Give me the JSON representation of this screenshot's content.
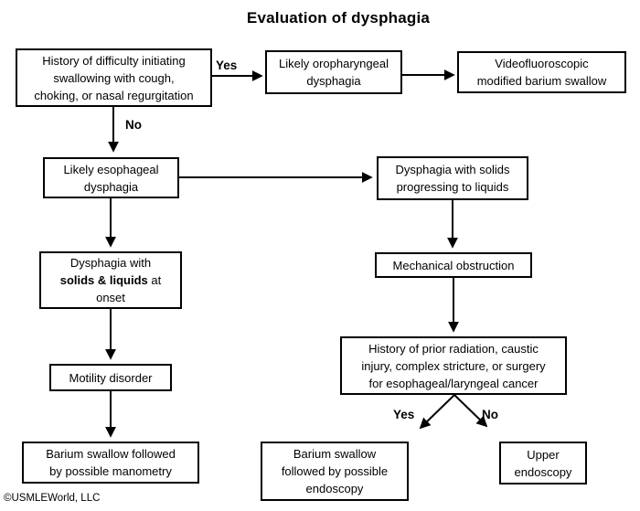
{
  "title": "Evaluation of dysphagia",
  "copyright": "©USMLEWorld, LLC",
  "labels": {
    "yes_top": "Yes",
    "no_top": "No",
    "yes_bottom": "Yes",
    "no_bottom": "No"
  },
  "nodes": {
    "history_initiating": {
      "lines": [
        "History of difficulty initiating",
        "swallowing with cough,",
        "choking, or nasal regurgitation"
      ],
      "full_text": "History of difficulty initiating swallowing with cough, choking, or nasal regurgitation"
    },
    "oropharyngeal": {
      "lines": [
        "Likely oropharyngeal",
        "dysphagia"
      ],
      "full_text": "Likely oropharyngeal dysphagia"
    },
    "videofluoroscopic": {
      "lines": [
        "Videofluoroscopic",
        "modified barium swallow"
      ],
      "full_text": "Videofluoroscopic modified barium swallow"
    },
    "esophageal": {
      "lines": [
        "Likely esophageal",
        "dysphagia"
      ],
      "full_text": "Likely esophageal dysphagia"
    },
    "solids_liquids": {
      "line1": "Dysphagia with",
      "bold": "solids & liquids",
      "after_bold": " at",
      "line3": "onset",
      "full_text": "Dysphagia with solids & liquids at onset"
    },
    "motility": {
      "lines": [
        "Motility disorder"
      ],
      "full_text": "Motility disorder"
    },
    "barium_manometry": {
      "lines": [
        "Barium swallow followed",
        "by possible manometry"
      ],
      "full_text": "Barium swallow followed by possible manometry"
    },
    "solids_progressing": {
      "lines": [
        "Dysphagia with solids",
        "progressing to liquids"
      ],
      "full_text": "Dysphagia with solids progressing to liquids"
    },
    "mechanical": {
      "lines": [
        "Mechanical obstruction"
      ],
      "full_text": "Mechanical obstruction"
    },
    "history_radiation": {
      "lines": [
        "History of prior radiation, caustic",
        "injury, complex stricture, or surgery",
        "for esophageal/laryngeal cancer"
      ],
      "full_text": "History of prior radiation, caustic injury, complex stricture, or surgery for esophageal/laryngeal cancer"
    },
    "barium_endoscopy": {
      "lines": [
        "Barium swallow",
        "followed by possible",
        "endoscopy"
      ],
      "full_text": "Barium swallow followed by possible endoscopy"
    },
    "upper_endoscopy": {
      "lines": [
        "Upper",
        "endoscopy"
      ],
      "full_text": "Upper endoscopy"
    }
  },
  "colors": {
    "border": "#000000",
    "text": "#000000",
    "background": "#ffffff"
  }
}
